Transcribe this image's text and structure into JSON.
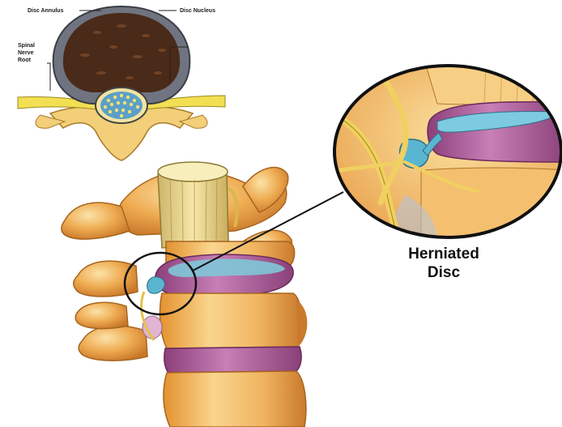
{
  "top_inset": {
    "labels": {
      "annulus": "Disc Annulus",
      "nucleus": "Disc Nucleus",
      "nerve_root_line1": "Spinal",
      "nerve_root_line2": "Nerve",
      "nerve_root_line3": "Root"
    }
  },
  "callout": {
    "line1": "Herniated",
    "line2": "Disc"
  },
  "colors": {
    "bone": "#e8a24a",
    "bone_light": "#f6d38c",
    "disc": "#b05a9c",
    "herniation": "#6cc4d8",
    "nerve": "#f0d060",
    "nucleus": "#4a2a18",
    "annulus": "#6f7480"
  }
}
